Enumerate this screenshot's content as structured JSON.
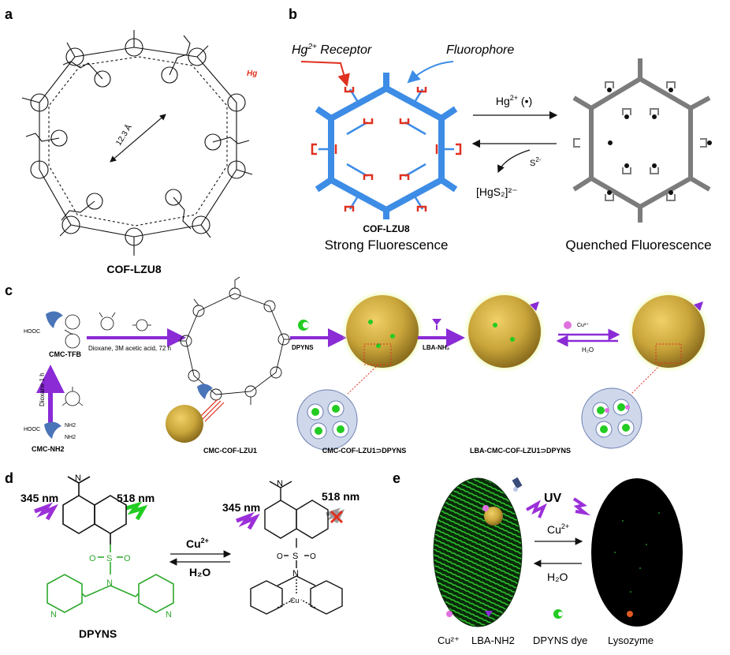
{
  "panels": {
    "a": {
      "letter": "a",
      "name": "COF-LZU8",
      "distance": "12.3 Å",
      "red_mark": "Hg"
    },
    "b": {
      "letter": "b",
      "receptor_label": "Hg2+ Receptor",
      "fluorophore_label": "Fluorophore",
      "forward_label": "Hg2+ (•)",
      "reverse_label": "S2-",
      "product_label": "[HgS₂]²⁻",
      "cof_name": "COF-LZU8",
      "left_caption": "Strong Fluorescence",
      "right_caption": "Quenched Fluorescence",
      "colors": {
        "framework": "#3d8ce6",
        "receptor": "#e03020",
        "quenched": "#7c7c7c"
      }
    },
    "c": {
      "letter": "c",
      "cmc_tfb": "CMC-TFB",
      "cmc_nh2": "CMC-NH2",
      "dioxane_step": "Dioxane 1 h",
      "cooh": "HOOC",
      "nh2": "NH2",
      "condition": "Dioxane, 3M acetic acid, 72 h",
      "dpyns": "DPYNS",
      "lba": "LBA-NH₂",
      "cu": "Cu²⁺",
      "h2o": "H₂O",
      "captions": [
        "CMC-COF-LZU1",
        "CMC-COF-LZU1⊃DPYNS",
        "LBA-CMC-COF-LZU1⊃DPYNS"
      ],
      "colors": {
        "arrow": "#8a2bd6",
        "particle": "#c9a53a",
        "green": "#22cc22"
      }
    },
    "d": {
      "letter": "d",
      "excitation": "345 nm",
      "emission": "518 nm",
      "excitation_right": "345 nm",
      "emission_right": "518 nm",
      "forward": "Cu2+",
      "reverse": "H₂O",
      "name": "DPYNS",
      "atoms": {
        "n": "N",
        "s": "S",
        "o": "O",
        "cu": "Cu"
      },
      "colors": {
        "green": "#2ea82e",
        "purple": "#9b30d9"
      }
    },
    "e": {
      "letter": "e",
      "uv": "UV",
      "forward": "Cu2+",
      "reverse": "H₂O",
      "legend": [
        "Cu²⁺",
        "LBA-NH2",
        "DPYNS dye",
        "Lysozyme"
      ],
      "colors": {
        "print": "#22d022",
        "ground": "#000000"
      }
    }
  }
}
